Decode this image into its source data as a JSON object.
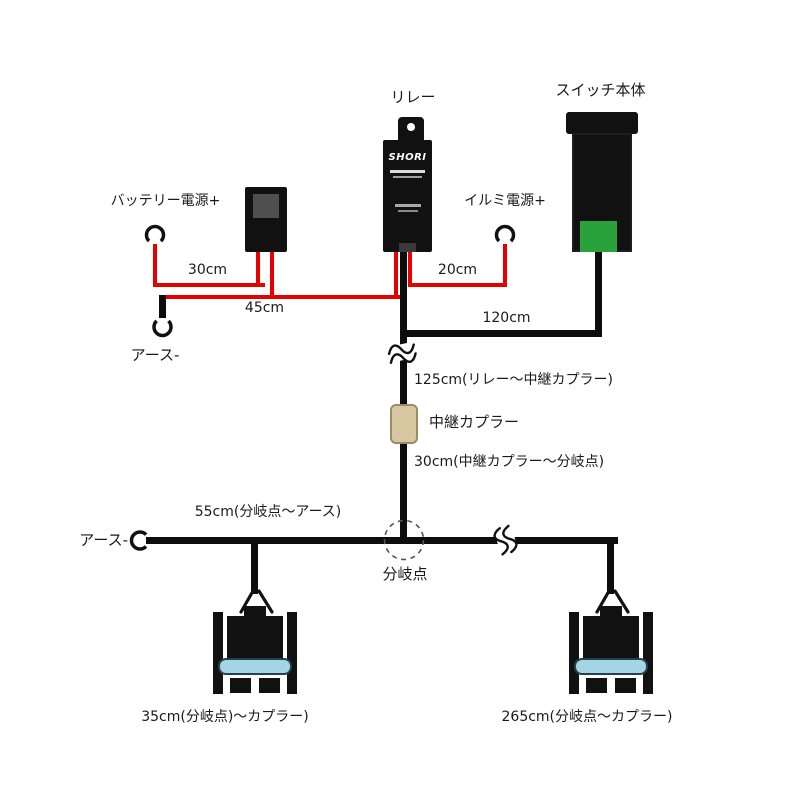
{
  "diagram": {
    "components": {
      "relay": {
        "label": "リレー",
        "brand": "SHORI"
      },
      "switch": {
        "label": "スイッチ本体"
      },
      "battery": {
        "label": "バッテリー電源+"
      },
      "illumination": {
        "label": "イルミ電源+"
      },
      "ground_top": {
        "label": "アース-"
      },
      "ground_branch": {
        "label": "アース-"
      },
      "coupler": {
        "label": "中継カプラー"
      },
      "branch_point": {
        "label": "分岐点"
      }
    },
    "measurements": {
      "battery_wire": "30cm",
      "relay_wire": "45cm",
      "illumination_wire": "20cm",
      "switch_wire": "120cm",
      "relay_to_coupler": "125cm(リレー〜中継カプラー)",
      "coupler_to_branch": "30cm(中継カプラー〜分岐点)",
      "branch_to_ground": "55cm(分岐点〜アース)",
      "branch_to_left_coupler": "35cm(分岐点)〜カプラー)",
      "branch_to_right_coupler": "265cm(分岐点〜カプラー)"
    },
    "colors": {
      "wire_red": "#e60000",
      "wire_black": "#0d0d0d",
      "switch_green": "#2aa23c",
      "coupler_tan": "#d8c8a2",
      "connector_cyan": "#a5d5e5"
    }
  }
}
